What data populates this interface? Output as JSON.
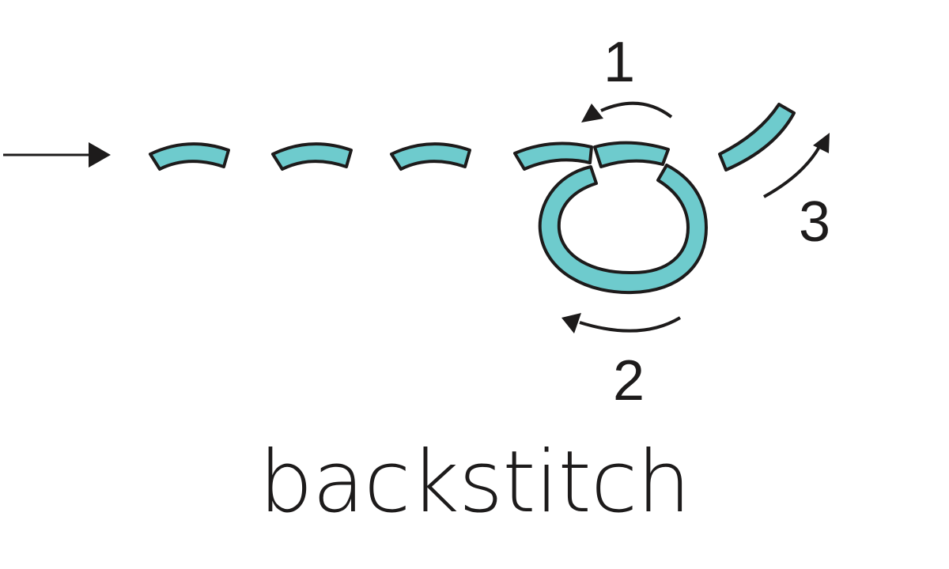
{
  "title": "backstitch",
  "colors": {
    "thread_fill": "#6ecbcd",
    "outline": "#1d1b1b",
    "background": "#ffffff"
  },
  "steps": [
    {
      "number": "1",
      "arrow": "arc-left-above"
    },
    {
      "number": "2",
      "arrow": "arc-left-below"
    },
    {
      "number": "3",
      "arrow": "arc-up-right"
    }
  ],
  "direction_arrow": "right-arrow",
  "stitches": [
    {
      "id": 1,
      "type": "straight"
    },
    {
      "id": 2,
      "type": "straight"
    },
    {
      "id": 3,
      "type": "straight"
    },
    {
      "id": 4,
      "type": "straight"
    },
    {
      "id": 5,
      "type": "straight-back"
    },
    {
      "id": 6,
      "type": "loop"
    },
    {
      "id": 7,
      "type": "angled-next"
    }
  ]
}
